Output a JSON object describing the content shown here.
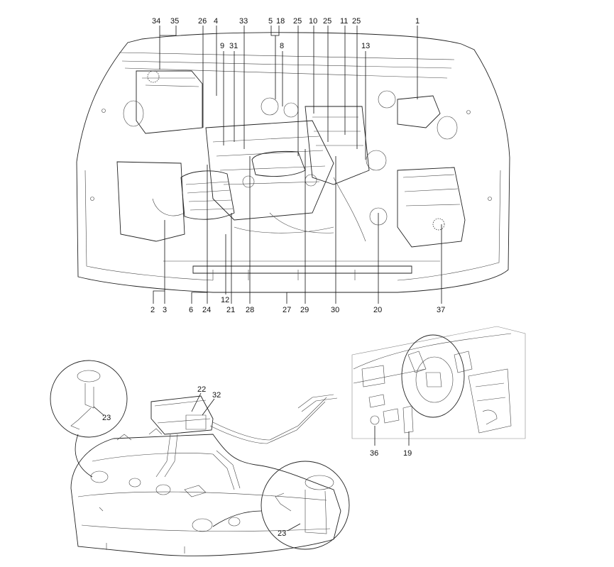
{
  "callouts": {
    "c34": "34",
    "c35": "35",
    "c26": "26",
    "c4": "4",
    "c33": "33",
    "c5": "5",
    "c18": "18",
    "c25a": "25",
    "c10": "10",
    "c25b": "25",
    "c11": "11",
    "c25c": "25",
    "c1": "1",
    "c9": "9",
    "c31": "31",
    "c8": "8",
    "c13": "13",
    "c2": "2",
    "c3": "3",
    "c6": "6",
    "c24": "24",
    "c12": "12",
    "c21": "21",
    "c28": "28",
    "c27": "27",
    "c29": "29",
    "c30": "30",
    "c20": "20",
    "c37": "37",
    "c22": "22",
    "c32": "32",
    "c23a": "23",
    "c23b": "23",
    "c36": "36",
    "c19": "19"
  }
}
